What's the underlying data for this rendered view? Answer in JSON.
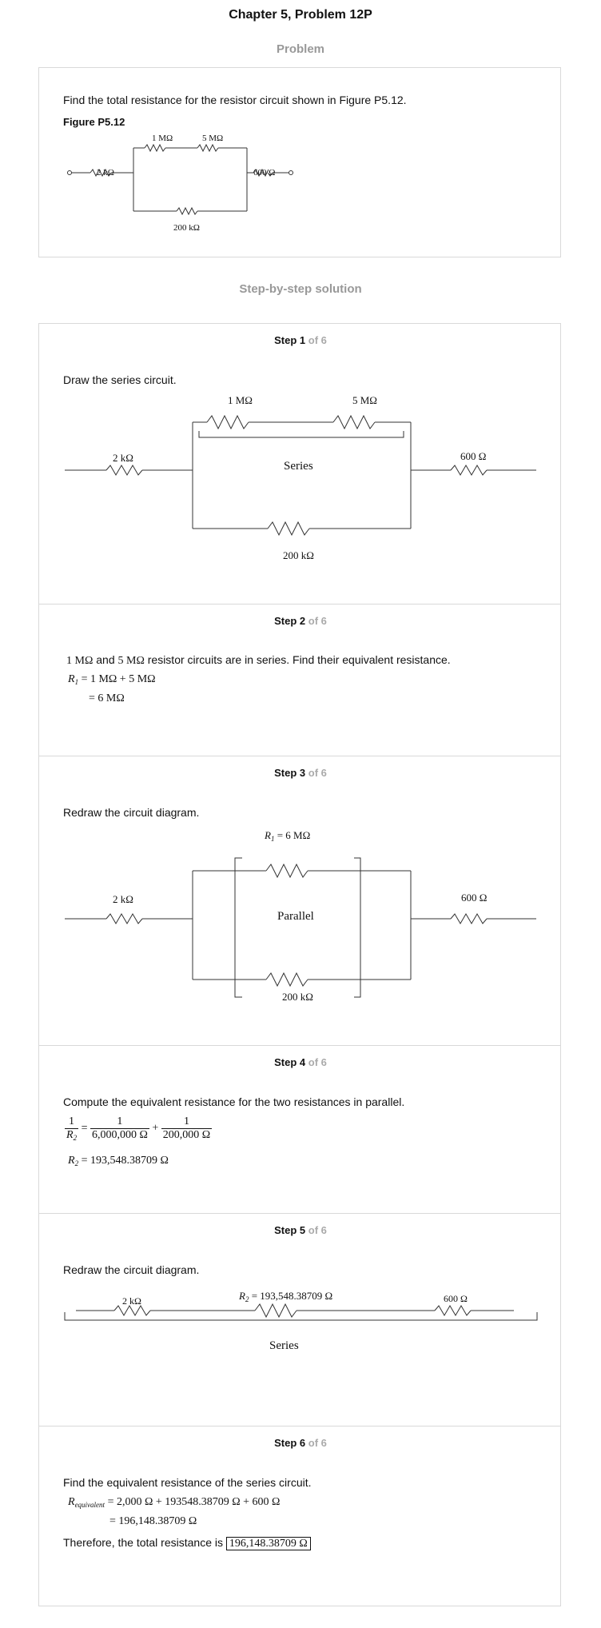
{
  "header": {
    "title": "Chapter 5, Problem 12P"
  },
  "problem": {
    "heading": "Problem",
    "text": "Find the total resistance for the resistor circuit shown in Figure P5.12.",
    "figure_label": "Figure P5.12",
    "figure": {
      "r1": "1 MΩ",
      "r2": "5 MΩ",
      "r_left": "2 kΩ",
      "r_right": "600 Ω",
      "r_bottom": "200 kΩ"
    }
  },
  "solution": {
    "heading": "Step-by-step solution",
    "of_total": "of 6"
  },
  "steps": [
    {
      "label": "Step",
      "number": "1",
      "text": "Draw the series circuit.",
      "diagram": {
        "r1": "1 MΩ",
        "r2": "5 MΩ",
        "r_left": "2 kΩ",
        "r_right": "600 Ω",
        "r_bottom": "200 kΩ",
        "group": "Series"
      }
    },
    {
      "label": "Step",
      "number": "2",
      "val_a": "1 MΩ",
      "and_word": "and",
      "val_b": "5 MΩ",
      "text": "resistor circuits are in series. Find their equivalent resistance.",
      "eq1_var": "R",
      "eq1_sub": "1",
      "eq1_rhs": "= 1 MΩ + 5 MΩ",
      "eq2": "= 6 MΩ"
    },
    {
      "label": "Step",
      "number": "3",
      "text": "Redraw the circuit diagram.",
      "diagram": {
        "r_top_var": "R",
        "r_top_sub": "1",
        "r_top_val": "= 6 MΩ",
        "r_left": "2 kΩ",
        "r_right": "600 Ω",
        "r_bottom": "200 kΩ",
        "group": "Parallel"
      }
    },
    {
      "label": "Step",
      "number": "4",
      "text": "Compute the equivalent resistance for the two resistances in parallel.",
      "frac_left_num": "1",
      "frac_left_den_var": "R",
      "frac_left_den_sub": "2",
      "eq_sign": "=",
      "frac_a_num": "1",
      "frac_a_den": "6,000,000 Ω",
      "plus": "+",
      "frac_b_num": "1",
      "frac_b_den": "200,000 Ω",
      "result_var": "R",
      "result_sub": "2",
      "result_rhs": "= 193,548.38709 Ω"
    },
    {
      "label": "Step",
      "number": "5",
      "text": "Redraw the circuit diagram.",
      "diagram": {
        "r_left": "2 kΩ",
        "r_mid_var": "R",
        "r_mid_sub": "2",
        "r_mid_val": "= 193,548.38709 Ω",
        "r_right": "600 Ω",
        "group": "Series"
      }
    },
    {
      "label": "Step",
      "number": "6",
      "text": "Find the equivalent resistance of the series circuit.",
      "eq1_var": "R",
      "eq1_sub": "equivalent",
      "eq1_rhs": "= 2,000 Ω + 193548.38709 Ω + 600 Ω",
      "eq2": "= 196,148.38709 Ω",
      "conclusion": "Therefore, the total resistance is",
      "answer": "196,148.38709 Ω"
    }
  ]
}
